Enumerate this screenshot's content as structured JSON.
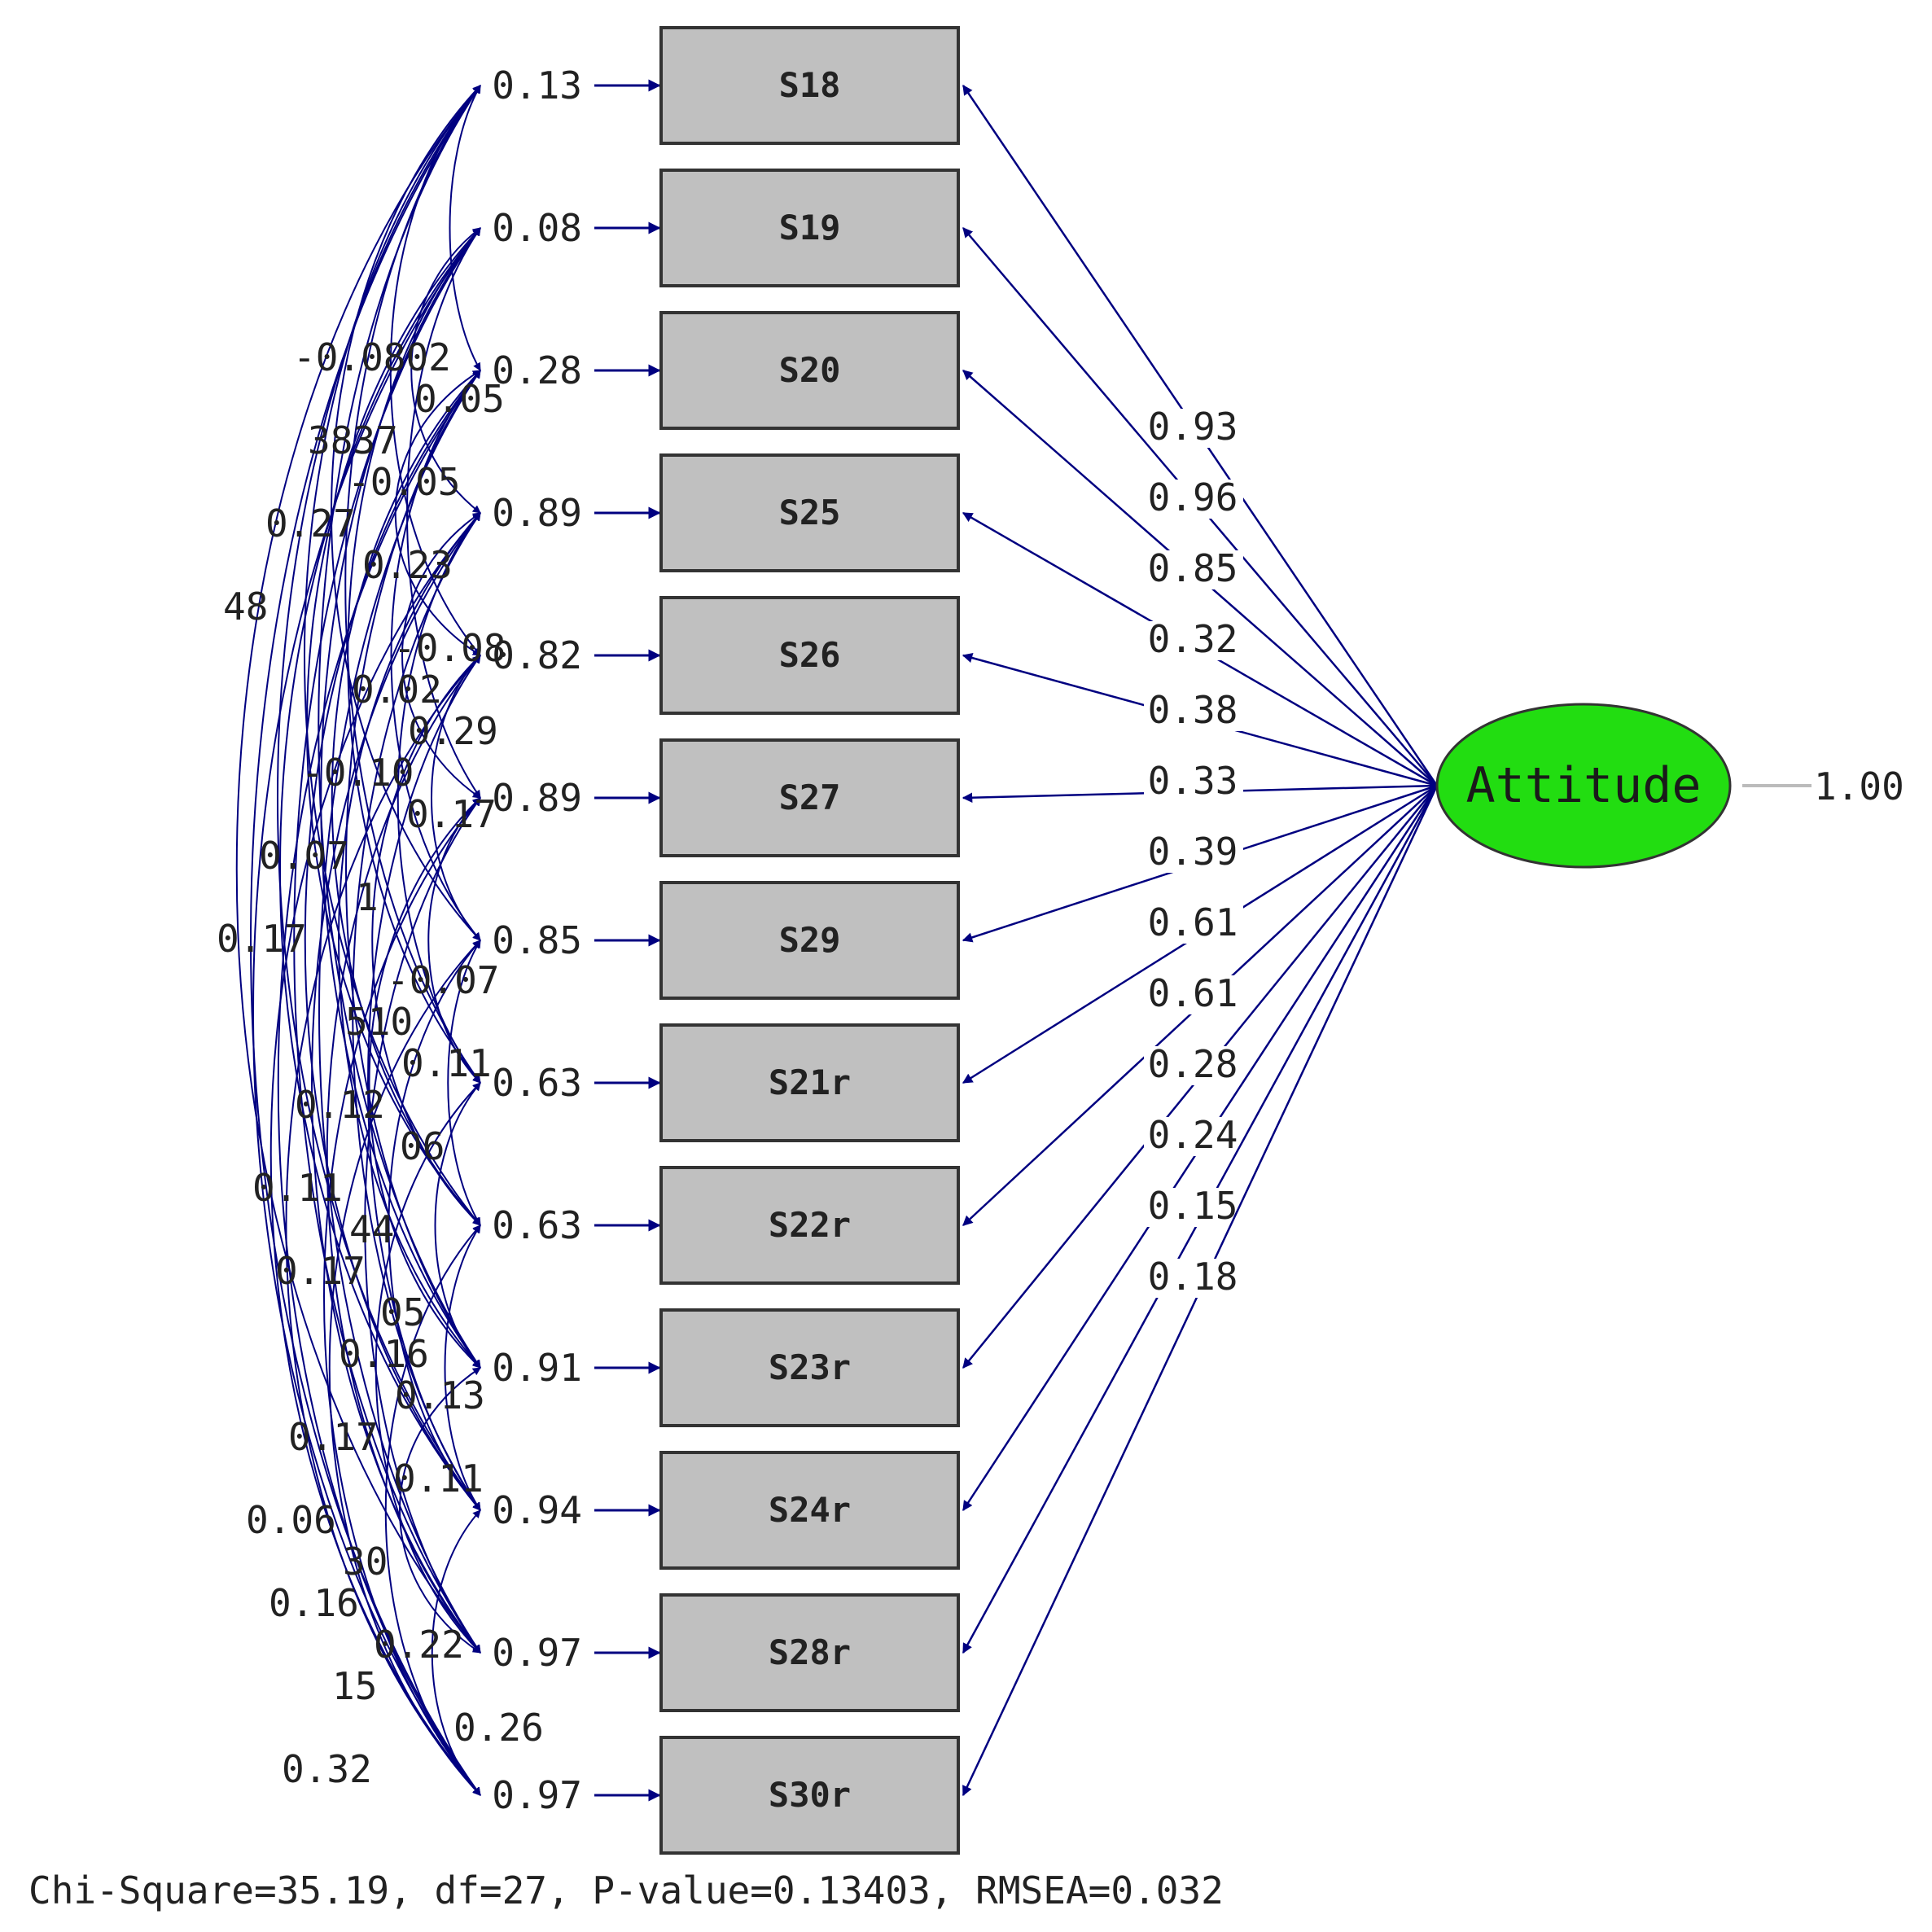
{
  "latent": {
    "name": "Attitude",
    "variance": "1.00",
    "color": "#22dd11"
  },
  "observed": [
    {
      "name": "S18",
      "error": "0.13",
      "loading": "0.93"
    },
    {
      "name": "S19",
      "error": "0.08",
      "loading": "0.96"
    },
    {
      "name": "S20",
      "error": "0.28",
      "loading": "0.85"
    },
    {
      "name": "S25",
      "error": "0.89",
      "loading": "0.32"
    },
    {
      "name": "S26",
      "error": "0.82",
      "loading": "0.38"
    },
    {
      "name": "S27",
      "error": "0.89",
      "loading": "0.33"
    },
    {
      "name": "S29",
      "error": "0.85",
      "loading": "0.39"
    },
    {
      "name": "S21r",
      "error": "0.63",
      "loading": "0.61"
    },
    {
      "name": "S22r",
      "error": "0.63",
      "loading": "0.61"
    },
    {
      "name": "S23r",
      "error": "0.91",
      "loading": "0.28"
    },
    {
      "name": "S24r",
      "error": "0.94",
      "loading": "0.24"
    },
    {
      "name": "S28r",
      "error": "0.97",
      "loading": "0.15"
    },
    {
      "name": "S30r",
      "error": "0.97",
      "loading": "0.18"
    }
  ],
  "covariance_labels": [
    "-0.0802",
    "0.05",
    "3837",
    "-0.05",
    "0.27",
    "0.23",
    "48",
    "-0.08",
    "0.02",
    "0.29",
    "-0.10",
    "0.17",
    "0.07",
    "1",
    "0.17",
    "-0.07",
    "510",
    "0.11",
    "0.12",
    "06",
    "0.11",
    "44",
    "0.17",
    "05",
    "0.16",
    "0.13",
    "0.17",
    "0.11",
    "0.06",
    "30",
    "0.16",
    "0.22",
    "15",
    "0.26",
    "0.32"
  ],
  "footer": "Chi-Square=35.19, df=27, P-value=0.13403, RMSEA=0.032",
  "colors": {
    "path": "#000080",
    "box_fill": "#c0c0c0",
    "box_stroke": "#333333",
    "variance_line": "#bbbbbb"
  }
}
